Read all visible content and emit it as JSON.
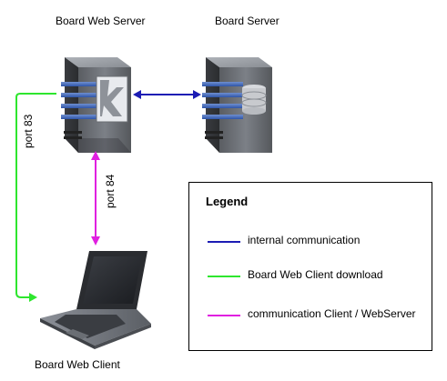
{
  "nodes": {
    "web_server": {
      "label": "Board Web Server"
    },
    "board_server": {
      "label": "Board Server"
    },
    "web_client": {
      "label": "Board Web Client"
    }
  },
  "connections": {
    "port_83": "port 83",
    "port_84": "port 84"
  },
  "legend": {
    "title": "Legend",
    "items": [
      {
        "label": "internal communication",
        "color": "#1c1cb4"
      },
      {
        "label": "Board Web Client download",
        "color": "#2ee62e"
      },
      {
        "label": "communication Client / WebServer",
        "color": "#e020e0"
      }
    ]
  },
  "icons": {
    "web_server": "web-server-icon",
    "board_server": "database-server-icon",
    "web_client": "laptop-icon"
  }
}
